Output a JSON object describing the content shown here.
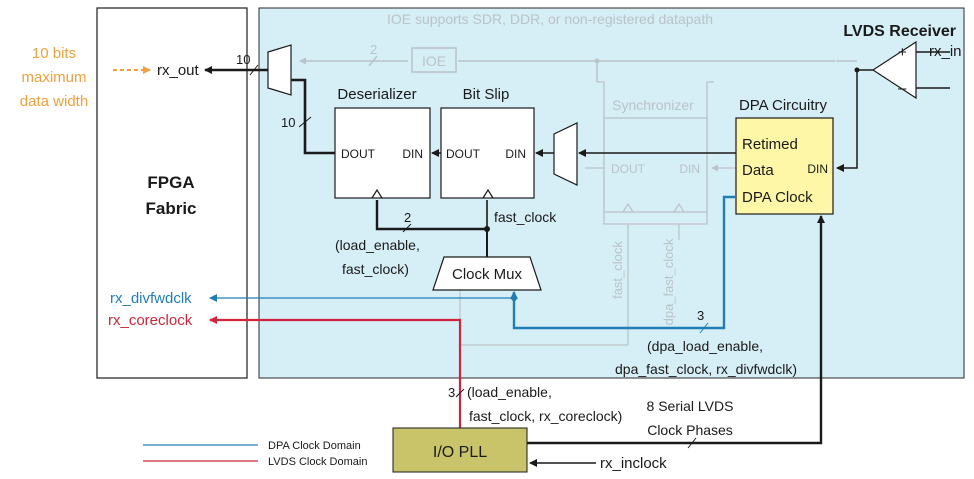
{
  "colors": {
    "receiver_bg": "#d6eef6",
    "dpa_box": "#fff7a8",
    "pll_box": "#c9c46a",
    "orange": "#f0a03c",
    "blue": "#1f7fb5",
    "red": "#d0243a",
    "faded": "#b9c4c8",
    "dark": "#1a1a1a"
  },
  "left": {
    "note": [
      "10 bits",
      "maximum",
      "data width"
    ],
    "rx_out": "rx_out",
    "fabric": [
      "FPGA",
      "Fabric"
    ],
    "rx_divfwdclk": "rx_divfwdclk",
    "rx_coreclock": "rx_coreclock"
  },
  "receiver": {
    "title": "LVDS Receiver",
    "ioe_note": "IOE supports SDR, DDR, or non-registered datapath",
    "ioe": "IOE",
    "bus_2": "2",
    "bus_10_top": "10",
    "bus_10_left": "10",
    "rx_in": "rx_in",
    "plus": "+",
    "minus": "–"
  },
  "deserializer": {
    "title": "Deserializer",
    "dout": "DOUT",
    "din": "DIN"
  },
  "bitslip": {
    "title": "Bit Slip",
    "dout": "DOUT",
    "din": "DIN"
  },
  "synchronizer": {
    "title": "Synchronizer",
    "dout": "DOUT",
    "din": "DIN",
    "clk1": "fast_clock",
    "clk2": "dpa_fast_clock"
  },
  "dpa": {
    "title": "DPA Circuitry",
    "line1": "Retimed",
    "line2": "Data",
    "line3": "DPA Clock",
    "din": "DIN"
  },
  "clock_mux": {
    "label": "Clock Mux",
    "bus": "2",
    "sig1": "(load_enable,",
    "sig2": "fast_clock)",
    "fast_clock": "fast_clock"
  },
  "dpa_bus": {
    "count": "3",
    "l1": "(dpa_load_enable,",
    "l2": "dpa_fast_clock, rx_divfwdclk)"
  },
  "pll_bus": {
    "count": "3",
    "l1": "(load_enable,",
    "l2": "fast_clock, rx_coreclock)"
  },
  "serial": {
    "l1": "8 Serial LVDS",
    "l2": "Clock Phases"
  },
  "pll": {
    "label": "I/O PLL",
    "rx_inclock": "rx_inclock"
  },
  "legend": {
    "dpa": "DPA Clock Domain",
    "lvds": "LVDS Clock Domain"
  }
}
